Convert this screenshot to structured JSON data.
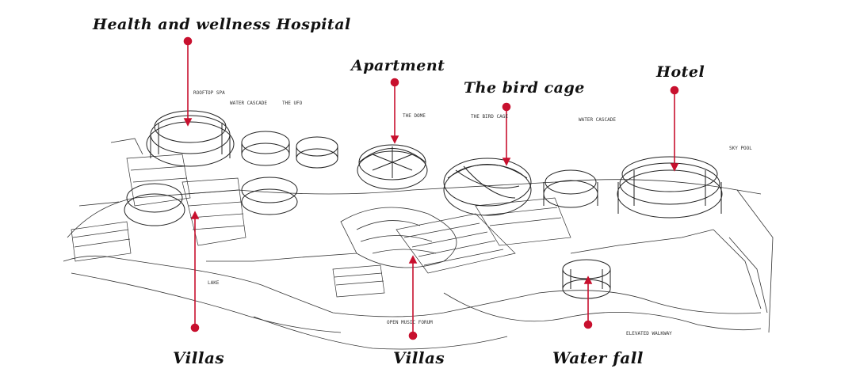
{
  "callouts": {
    "hospital": "Health and wellness Hospital",
    "apartment": "Apartment",
    "birdcage": "The bird cage",
    "hotel": "Hotel",
    "villas_left": "Villas",
    "villas_center": "Villas",
    "waterfall": "Water fall"
  },
  "notes": {
    "spa": "Rooftop spa",
    "water_cascade_1": "Water cascade",
    "ufo": "The UFO",
    "dome": "The dome",
    "bird_cage": "The bird cage",
    "water_cascade_2": "Water cascade",
    "sky_pool": "Sky pool",
    "lake": "Lake",
    "open_forum": "Open music forum",
    "walkway": "Elevated walkway"
  },
  "colors": {
    "marker": "#c8102e",
    "ink": "#222222"
  }
}
